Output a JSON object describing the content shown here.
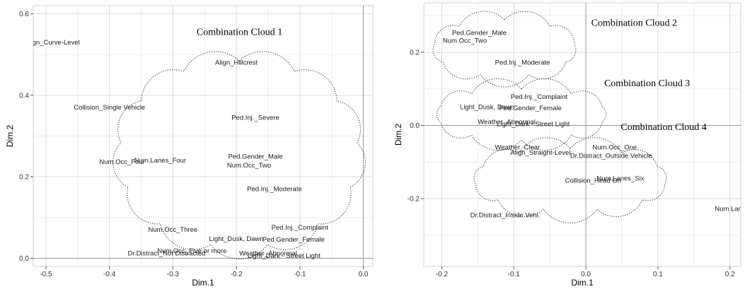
{
  "chart_data": [
    {
      "type": "scatter",
      "xlabel": "Dim.1",
      "ylabel": "Dim.2",
      "xlim": [
        -0.52,
        0.015
      ],
      "ylim": [
        -0.02,
        0.62
      ],
      "xticks": [
        -0.5,
        -0.4,
        -0.3,
        -0.2,
        -0.1,
        0.0
      ],
      "xtick_labels": [
        "-0.5",
        "-0.4",
        "-0.3",
        "-0.2",
        "-0.1",
        "0.0"
      ],
      "yticks": [
        0.0,
        0.2,
        0.4,
        0.6
      ],
      "ytick_labels": [
        "0.0",
        "0.2",
        "0.4",
        "0.6"
      ],
      "grid": true,
      "points": [
        {
          "label": "Align_Curve-Level",
          "x": -0.49,
          "y": 0.53
        },
        {
          "label": "Align_Hillcrest",
          "x": -0.2,
          "y": 0.48
        },
        {
          "label": "Collision_Single Vehicle",
          "x": -0.4,
          "y": 0.37
        },
        {
          "label": "Ped.Inj._Severe",
          "x": -0.17,
          "y": 0.345
        },
        {
          "label": "Ped.Gender_Male",
          "x": -0.17,
          "y": 0.25
        },
        {
          "label": "Num.Occ_Four",
          "x": -0.38,
          "y": 0.237
        },
        {
          "label": "Num.Lanes_Four",
          "x": -0.32,
          "y": 0.24
        },
        {
          "label": "Num.Occ_Two",
          "x": -0.18,
          "y": 0.228
        },
        {
          "label": "Ped.Inj._Moderate",
          "x": -0.14,
          "y": 0.17
        },
        {
          "label": "Ped.Inj._Complaint",
          "x": -0.1,
          "y": 0.075
        },
        {
          "label": "Num.Occ_Three",
          "x": -0.3,
          "y": 0.07
        },
        {
          "label": "Light_Dusk, Dawn",
          "x": -0.2,
          "y": 0.048
        },
        {
          "label": "Ped.Gender_Female",
          "x": -0.11,
          "y": 0.046
        },
        {
          "label": "Num.Occ_Five or more",
          "x": -0.27,
          "y": 0.018
        },
        {
          "label": "Dr.Distract_Not Distracted",
          "x": -0.31,
          "y": 0.012
        },
        {
          "label": "Weather_Abnormal",
          "x": -0.15,
          "y": 0.012
        },
        {
          "label": "Light_Dark - Street Light",
          "x": -0.125,
          "y": 0.006
        }
      ],
      "annotations": [
        {
          "text": "Combination Cloud 1",
          "x": -0.195,
          "y": 0.555
        }
      ]
    },
    {
      "type": "scatter",
      "xlabel": "Dim.1",
      "ylabel": "Dim.2",
      "xlim": [
        -0.225,
        0.215
      ],
      "ylim": [
        -0.385,
        0.335
      ],
      "xticks": [
        -0.2,
        -0.1,
        0.0,
        0.1,
        0.2
      ],
      "xtick_labels": [
        "-0.2",
        "-0.1",
        "0.0",
        "0.1",
        "0.2"
      ],
      "yticks": [
        -0.2,
        0.0,
        0.2
      ],
      "ytick_labels": [
        "-0.2",
        "0.0",
        "0.2"
      ],
      "grid": true,
      "points": [
        {
          "label": "Ped.Gender_Male",
          "x": -0.148,
          "y": 0.253
        },
        {
          "label": "Num.Occ_Two",
          "x": -0.168,
          "y": 0.232
        },
        {
          "label": "Ped.Inj._Moderate",
          "x": -0.088,
          "y": 0.172
        },
        {
          "label": "Ped.Inj._Complaint",
          "x": -0.065,
          "y": 0.078
        },
        {
          "label": "Light_Dusk, Dawn",
          "x": -0.137,
          "y": 0.05
        },
        {
          "label": "Ped.Gender_Female",
          "x": -0.077,
          "y": 0.047
        },
        {
          "label": "Weather_Abnormal",
          "x": -0.11,
          "y": 0.01
        },
        {
          "label": "Light_Dark - Street Light",
          "x": -0.073,
          "y": 0.004
        },
        {
          "label": "Weather_Clear",
          "x": -0.095,
          "y": -0.06
        },
        {
          "label": "Align_Straight-Level",
          "x": -0.063,
          "y": -0.074
        },
        {
          "label": "Num.Occ_One",
          "x": 0.04,
          "y": -0.06
        },
        {
          "label": "Dr.Distract_Outside Vehicle",
          "x": 0.035,
          "y": -0.083
        },
        {
          "label": "Num.Lanes_Six",
          "x": 0.048,
          "y": -0.145
        },
        {
          "label": "Collision_Head On",
          "x": 0.01,
          "y": -0.15
        },
        {
          "label": "Dr.Distract_Inside Vehi.",
          "x": -0.112,
          "y": -0.245
        },
        {
          "label": "Num.Lanes_Four",
          "x": 0.215,
          "y": -0.228
        }
      ],
      "annotations": [
        {
          "text": "Combination Cloud 2",
          "x": 0.067,
          "y": 0.28
        },
        {
          "text": "Combination Cloud 3",
          "x": 0.085,
          "y": 0.115
        },
        {
          "text": "Combination Cloud 4",
          "x": 0.108,
          "y": -0.005
        }
      ]
    }
  ]
}
